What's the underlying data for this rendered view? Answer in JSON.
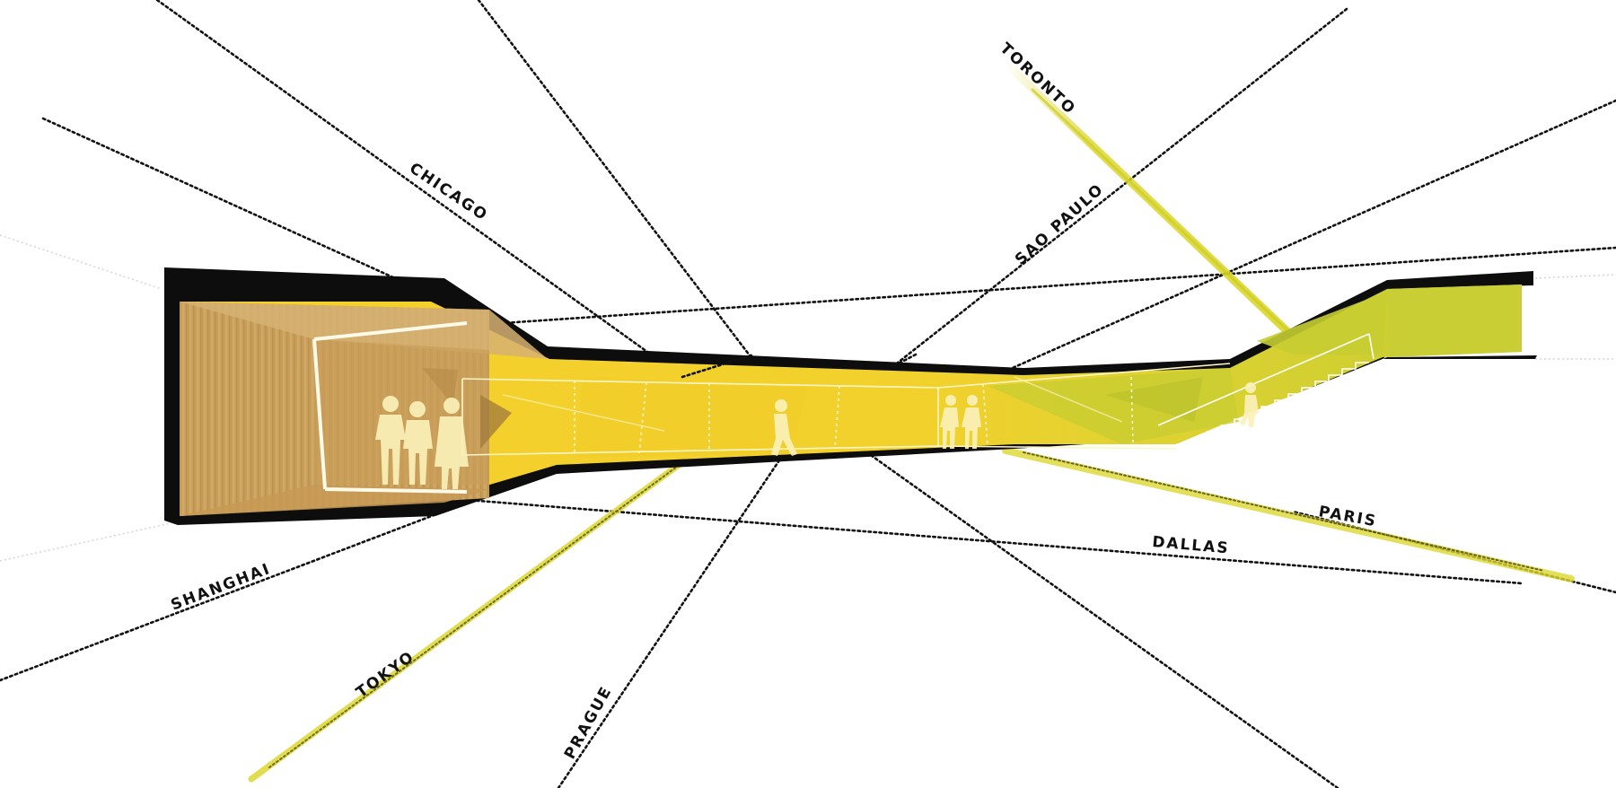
{
  "diagram": {
    "colors": {
      "background": "#ffffff",
      "dotted_line": "#111111",
      "highlight_line": "#d9d62a",
      "tunnel_yellow": "#f3d12c",
      "tunnel_green": "#c9cd32",
      "wood": "#c9a15a",
      "shell": "#0d0d0d",
      "figure": "#fbf1b8"
    },
    "cities": {
      "chicago": "CHICAGO",
      "toronto": "TORONTO",
      "sao_paulo": "SAO PAULO",
      "paris": "PARIS",
      "dallas": "DALLAS",
      "shanghai": "SHANGHAI",
      "tokyo": "TOKYO",
      "prague": "PRAGUE"
    }
  }
}
